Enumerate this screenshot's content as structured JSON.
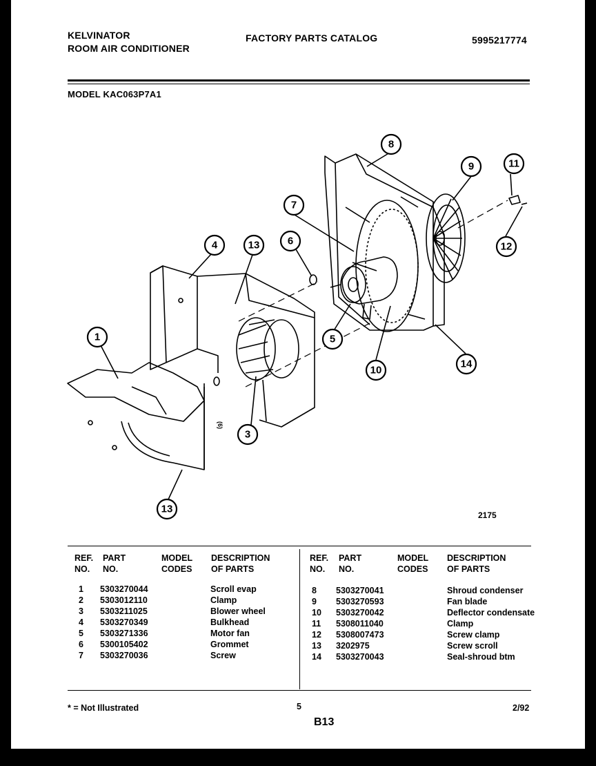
{
  "header": {
    "brand": "KELVINATOR",
    "product": "ROOM AIR CONDITIONER",
    "catalog_title": "FACTORY PARTS CATALOG",
    "catalog_number": "5995217774",
    "model_label": "MODEL",
    "model": "KAC063P7A1"
  },
  "diagram": {
    "callouts": [
      "1",
      "4",
      "13",
      "7",
      "6",
      "8",
      "9",
      "11",
      "12",
      "5",
      "10",
      "14",
      "3",
      "13"
    ],
    "side_label": "(6)",
    "figure_number": "2175"
  },
  "table": {
    "headers": {
      "ref": [
        "REF.",
        "NO."
      ],
      "part": [
        "PART",
        "NO."
      ],
      "model": [
        "MODEL",
        "CODES"
      ],
      "desc": [
        "DESCRIPTION",
        "OF PARTS"
      ]
    },
    "left": [
      {
        "ref": "1",
        "part": "5303270044",
        "desc": "Scroll evap"
      },
      {
        "ref": "2",
        "part": "5303012110",
        "desc": "Clamp"
      },
      {
        "ref": "3",
        "part": "5303211025",
        "desc": "Blower wheel"
      },
      {
        "ref": "4",
        "part": "5303270349",
        "desc": "Bulkhead"
      },
      {
        "ref": "5",
        "part": "5303271336",
        "desc": "Motor fan"
      },
      {
        "ref": "6",
        "part": "5300105402",
        "desc": "Grommet"
      },
      {
        "ref": "7",
        "part": "5303270036",
        "desc": "Screw"
      }
    ],
    "right": [
      {
        "ref": "8",
        "part": "5303270041",
        "desc": "Shroud condenser"
      },
      {
        "ref": "9",
        "part": "5303270593",
        "desc": "Fan blade"
      },
      {
        "ref": "10",
        "part": "5303270042",
        "desc": "Deflector condensate"
      },
      {
        "ref": "11",
        "part": "5308011040",
        "desc": "Clamp"
      },
      {
        "ref": "12",
        "part": "5308007473",
        "desc": "Screw clamp"
      },
      {
        "ref": "13",
        "part": "3202975",
        "desc": "Screw scroll"
      },
      {
        "ref": "14",
        "part": "5303270043",
        "desc": "Seal-shroud btm"
      }
    ]
  },
  "footer": {
    "note": "* = Not Illustrated",
    "page": "5",
    "date": "2/92",
    "section": "B13"
  }
}
